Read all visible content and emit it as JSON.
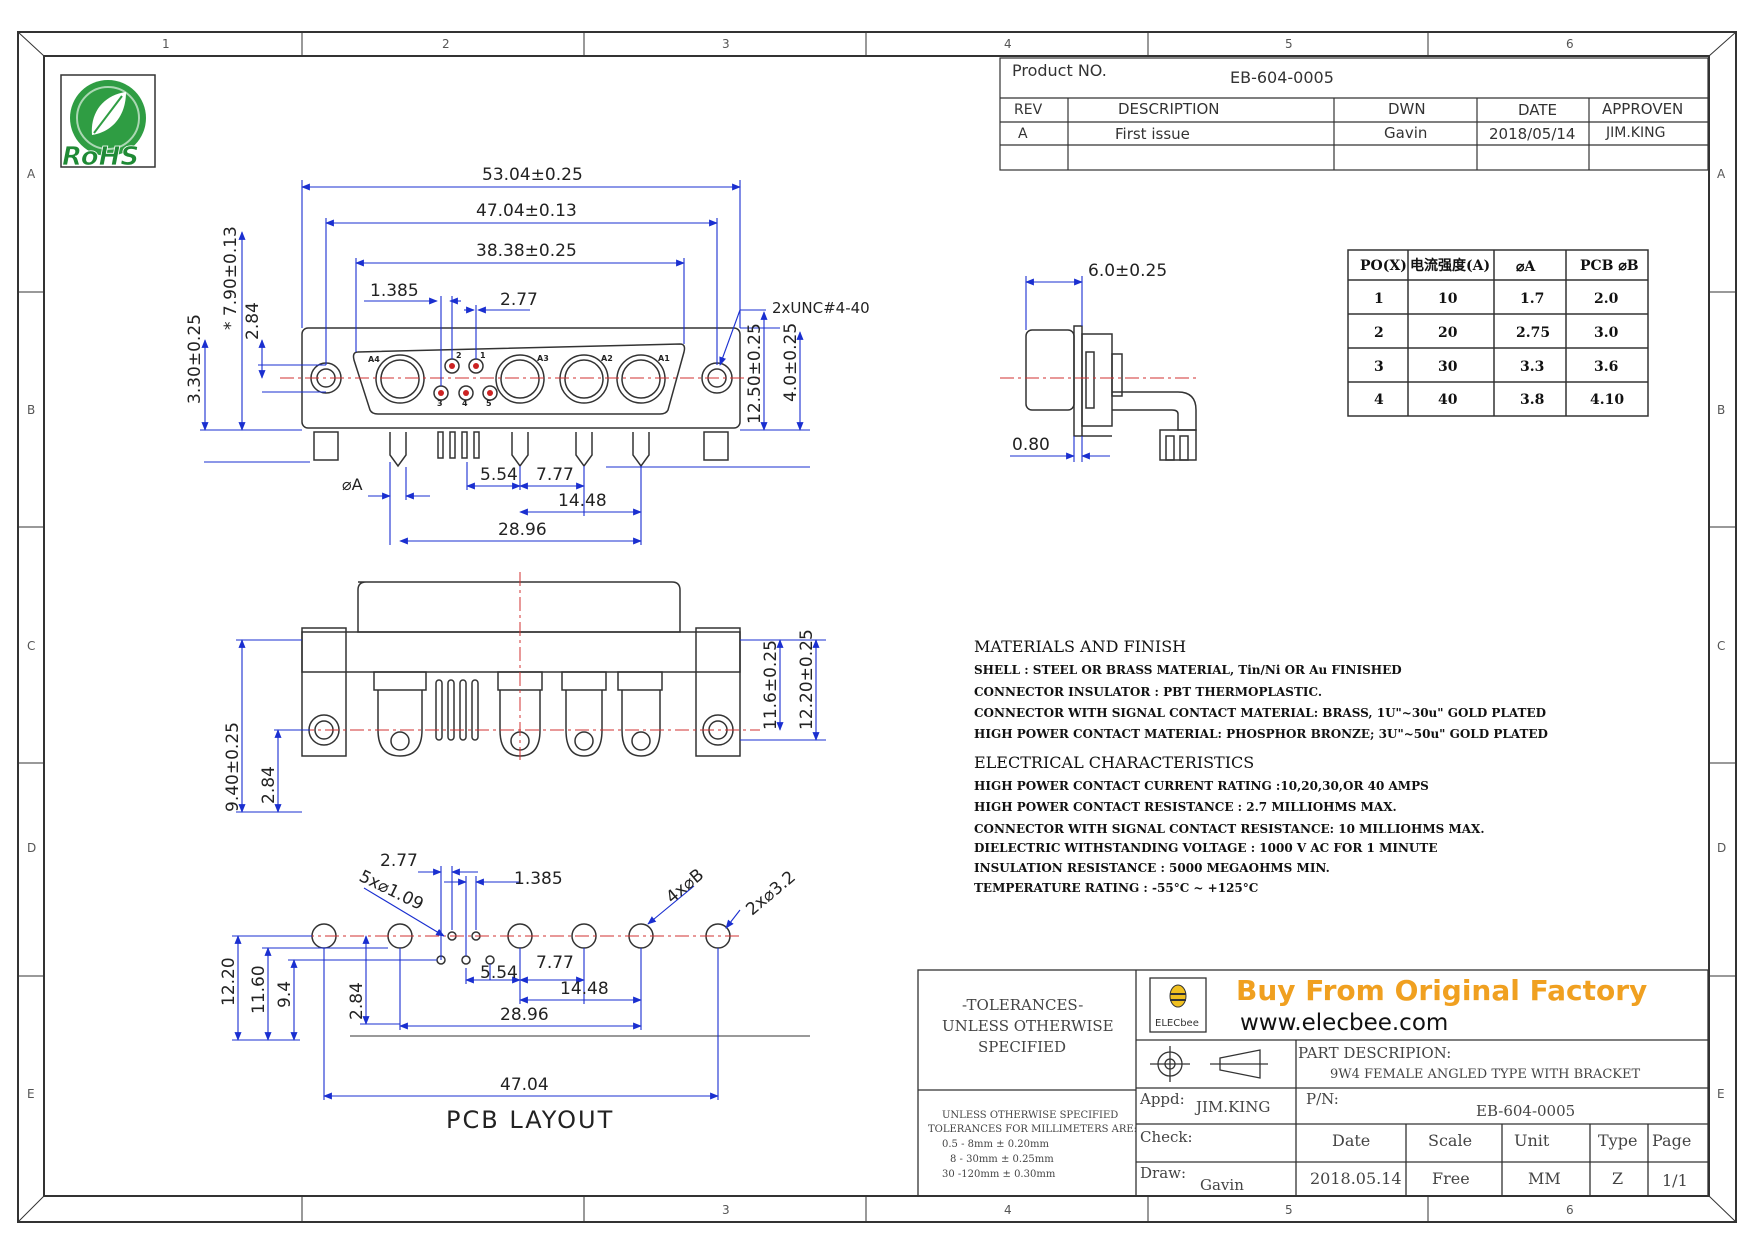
{
  "border": {
    "top_zones": [
      "1",
      "2",
      "3",
      "4",
      "5",
      "6"
    ],
    "bottom_zones": [
      "3",
      "4",
      "5",
      "6"
    ],
    "side_zones": [
      "A",
      "B",
      "C",
      "D",
      "E"
    ]
  },
  "logo": {
    "text": "RoHS"
  },
  "revision": {
    "product_no_label": "Product NO.",
    "product_no": "EB-604-0005",
    "headers": [
      "REV",
      "DESCRIPTION",
      "DWN",
      "DATE",
      "APPROVEN"
    ],
    "rows": [
      [
        "A",
        "First issue",
        "Gavin",
        "2018/05/14",
        "JIM.KING"
      ]
    ]
  },
  "pin_table": {
    "headers": [
      "PO(X)",
      "电流强度(A)",
      "⌀A",
      "PCB ⌀B"
    ],
    "rows": [
      [
        "1",
        "10",
        "1.7",
        "2.0"
      ],
      [
        "2",
        "20",
        "2.75",
        "3.0"
      ],
      [
        "3",
        "30",
        "3.3",
        "3.6"
      ],
      [
        "4",
        "40",
        "3.8",
        "4.10"
      ]
    ]
  },
  "front_view": {
    "dims": {
      "overall_width": "53.04±0.25",
      "hole_pitch": "47.04±0.13",
      "shell_width": "38.38±0.25",
      "signal_pitch": "1.385",
      "signal_pitch2": "2.77",
      "thread": "2xUNC#4-40",
      "height_790": "* 7.90±0.13",
      "d284": "2.84",
      "d330": "3.30±0.25",
      "d1250": "12.50±0.25",
      "d400": "4.0±0.25",
      "phiA": "⌀A",
      "d554": "5.54",
      "d777": "7.77",
      "d1448": "14.48",
      "d2896": "28.96"
    },
    "pin_labels": [
      "A4",
      "A3",
      "A2",
      "A1",
      "2",
      "1",
      "3",
      "4",
      "5"
    ]
  },
  "side_view": {
    "dims": {
      "d60": "6.0±0.25",
      "d080": "0.80"
    }
  },
  "bottom_view": {
    "dims": {
      "d940": "9.40±0.25",
      "d284": "2.84",
      "d116": "11.6±0.25",
      "d1220": "12.20±0.25"
    }
  },
  "pcb_layout": {
    "title": "PCB LAYOUT",
    "dims": {
      "d277": "2.77",
      "d1385": "1.385",
      "holes5": "5x⌀1.09",
      "holes4": "4x⌀B",
      "holes2": "2x⌀3.2",
      "d1220": "12.20",
      "d1160": "11.60",
      "d94": "9.4",
      "d284": "2.84",
      "d554": "5.54",
      "d777": "7.77",
      "d1448": "14.48",
      "d2896": "28.96",
      "d4704": "47.04"
    }
  },
  "materials": {
    "heading": "MATERIALS AND FINISH",
    "lines": [
      "SHELL : STEEL OR BRASS MATERIAL, Tin/Ni OR Au FINISHED",
      "CONNECTOR INSULATOR : PBT THERMOPLASTIC.",
      "CONNECTOR WITH SIGNAL CONTACT MATERIAL: BRASS, 1U\"~30u\" GOLD PLATED",
      "HIGH POWER CONTACT MATERIAL: PHOSPHOR BRONZE; 3U\"~50u\" GOLD PLATED"
    ]
  },
  "electrical": {
    "heading": "ELECTRICAL CHARACTERISTICS",
    "lines": [
      "HIGH POWER CONTACT CURRENT RATING :10,20,30,OR 40 AMPS",
      "HIGH POWER CONTACT RESISTANCE : 2.7 MILLIOHMS MAX.",
      "CONNECTOR WITH SIGNAL CONTACT RESISTANCE: 10 MILLIOHMS MAX.",
      "DIELECTRIC WITHSTANDING VOLTAGE : 1000 V AC FOR 1 MINUTE",
      "INSULATION RESISTANCE : 5000 MEGAOHMS MIN.",
      "TEMPERATURE RATING : -55°C ~ +125°C"
    ]
  },
  "title_block": {
    "tol_title": [
      "-TOLERANCES-",
      "UNLESS OTHERWISE",
      "SPECIFIED"
    ],
    "tol_lines": [
      "UNLESS OTHERWISE SPECIFIED",
      "TOLERANCES FOR MILLIMETERS ARE:",
      "0.5 - 8mm ± 0.20mm",
      "8 - 30mm ± 0.25mm",
      "30 -120mm ± 0.30mm"
    ],
    "banner": "Buy From Original Factory",
    "website": "www.elecbee.com",
    "brand": "ELECbee",
    "part_desc_label": "PART DESCRIPION:",
    "part_desc": "9W4 FEMALE ANGLED TYPE WITH BRACKET",
    "appd_label": "Appd:",
    "appd": "JIM.KING",
    "pn_label": "P/N:",
    "pn": "EB-604-0005",
    "check_label": "Check:",
    "draw_label": "Draw:",
    "draw": "Gavin",
    "cols": [
      "Date",
      "Scale",
      "Unit",
      "Type",
      "Page"
    ],
    "vals": [
      "2018.05.14",
      "Free",
      "MM",
      "Z",
      "1/1"
    ],
    "accent": "#f0a020"
  }
}
